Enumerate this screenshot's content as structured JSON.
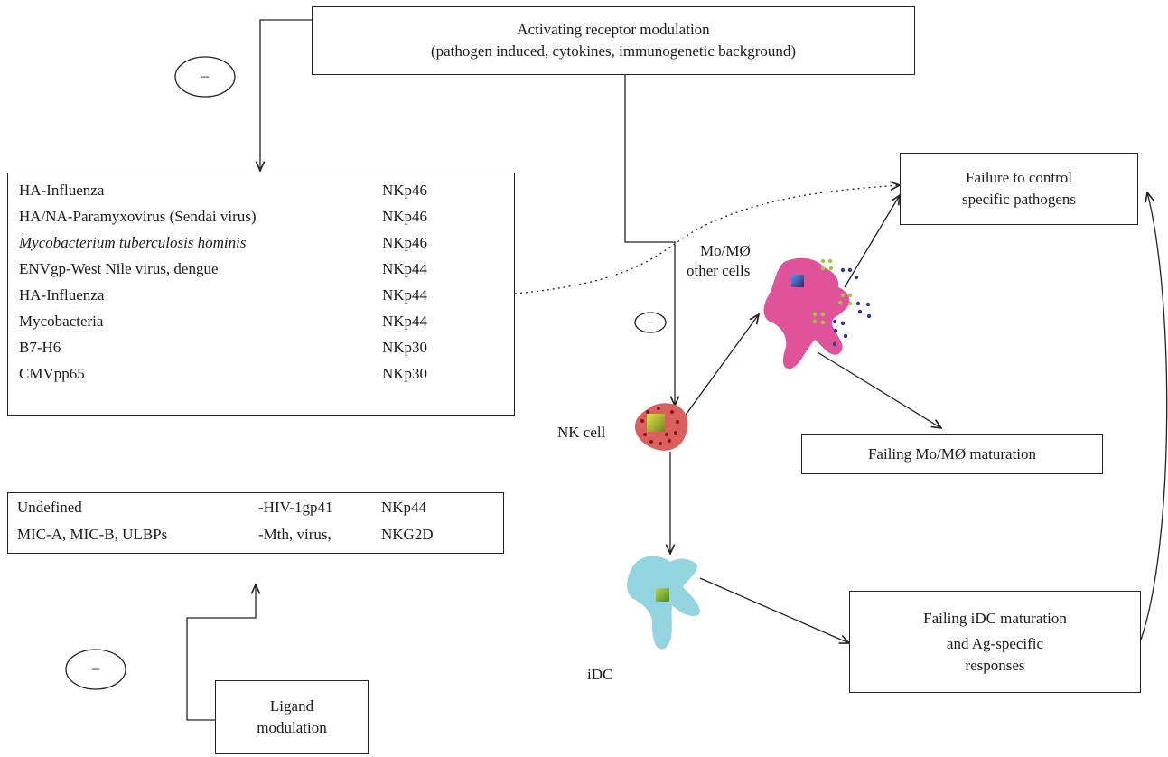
{
  "top_box": {
    "line1": "Activating receptor modulation",
    "line2": "(pathogen induced, cytokines, immunogenetic background)"
  },
  "receptor_table": {
    "rows": [
      {
        "ligand": "HA-Influenza",
        "receptor": "NKp46",
        "italic": false
      },
      {
        "ligand": "HA/NA-Paramyxovirus (Sendai virus)",
        "receptor": "NKp46",
        "italic": false
      },
      {
        "ligand": "Mycobacterium tuberculosis hominis",
        "receptor": "NKp46",
        "italic": true
      },
      {
        "ligand": "ENVgp-West Nile virus, dengue",
        "receptor": "NKp44",
        "italic": false
      },
      {
        "ligand": "HA-Influenza",
        "receptor": "NKp44",
        "italic": false
      },
      {
        "ligand": "Mycobacteria",
        "receptor": "NKp44",
        "italic": false
      },
      {
        "ligand": "B7-H6",
        "receptor": "NKp30",
        "italic": false
      },
      {
        "ligand": "CMVpp65",
        "receptor": "NKp30",
        "italic": false
      }
    ]
  },
  "ligand_table": {
    "rows": [
      {
        "ligand": "Undefined",
        "source": "-HIV-1gp41",
        "receptor": "NKp44"
      },
      {
        "ligand": "MIC-A, MIC-B, ULBPs",
        "source": "-Mth, virus,",
        "receptor": "NKG2D"
      }
    ]
  },
  "ligand_box": {
    "line1": "Ligand",
    "line2": "modulation"
  },
  "failure_box": {
    "line1": "Failure to control",
    "line2": "specific pathogens"
  },
  "mo_maturation_box": {
    "text": "Failing Mo/MØ maturation"
  },
  "idc_maturation_box": {
    "line1": "Failing iDC maturation",
    "line2": "and Ag-specific",
    "line3": "responses"
  },
  "labels": {
    "mo_cells_line1": "Mo/MØ",
    "mo_cells_line2": "other cells",
    "nk_cell": "NK cell",
    "idc": "iDC"
  },
  "inhibit_sign": "–",
  "colors": {
    "line": "#222222",
    "macrophage": "#e0539a",
    "nk_cell": "#d9605f",
    "nk_granule": "#8b0f17",
    "idc": "#93d4de",
    "green_dot": "#9bc93a",
    "blue_dot": "#2b3b8f"
  }
}
